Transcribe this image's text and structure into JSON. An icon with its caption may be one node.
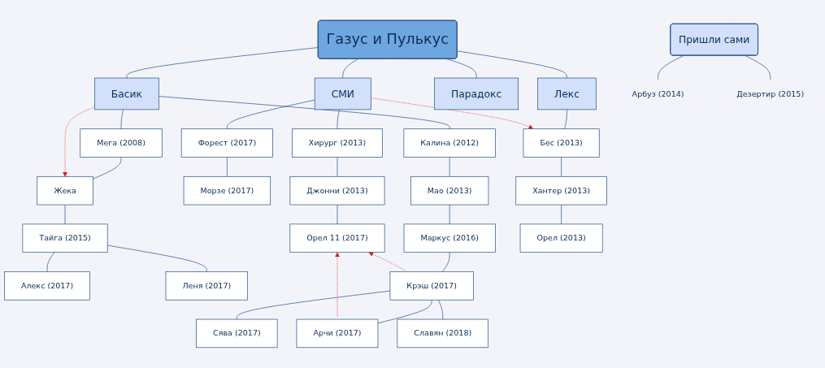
{
  "diagram": {
    "nodes": [
      {
        "text": [
          "Газус и Пулькус"
        ]
      },
      {
        "text": [
          "СМИ"
        ]
      },
      {
        "text": [
          "Басик"
        ]
      },
      {
        "text": [
          "Парадокс"
        ]
      },
      {
        "text": [
          "Лекс"
        ]
      },
      {
        "text": [
          "Хирург (2013)"
        ]
      },
      {
        "text": [
          "Форест (2017)"
        ]
      },
      {
        "text": [
          "Джонни (2013)"
        ]
      },
      {
        "text": [
          "Морзе (2017)"
        ]
      },
      {
        "text": [
          "Орел 11 (2017)"
        ]
      },
      {
        "text": [
          "Мега (2008)"
        ]
      },
      {
        "text": [
          "Калина (2012)"
        ]
      },
      {
        "text": [
          "Жека"
        ]
      },
      {
        "text": [
          "Мао (2013)"
        ]
      },
      {
        "text": [
          "Тайга (2015)"
        ]
      },
      {
        "text": [
          "Маркус (2016)"
        ]
      },
      {
        "text": [
          "Алекс (2017)"
        ]
      },
      {
        "text": [
          "Леня (2017)"
        ]
      },
      {
        "text": [
          "Крэш (2017)"
        ]
      },
      {
        "text": [
          "Арчи (2017)"
        ]
      },
      {
        "text": [
          "Сява (2017)"
        ]
      },
      {
        "text": [
          "Славян (2018)"
        ]
      },
      {
        "text": [
          "Бес (2013)"
        ]
      },
      {
        "text": [
          "Хантер (2013)"
        ]
      },
      {
        "text": [
          "Орел (2013)"
        ]
      },
      {
        "text": [
          "Пришли сами"
        ]
      },
      {
        "text": [
          "Арбуз (2014)"
        ]
      },
      {
        "text": [
          "Дезертир (2015)"
        ]
      }
    ],
    "edges": [
      {
        "from": 0,
        "to": 1,
        "arrow": "none"
      },
      {
        "from": 1,
        "to": 5,
        "arrow": "none"
      },
      {
        "from": 5,
        "to": 7,
        "arrow": "none"
      },
      {
        "from": 7,
        "to": 9,
        "arrow": "none"
      },
      {
        "from": 1,
        "to": 6,
        "arrow": "none"
      },
      {
        "from": 6,
        "to": 8,
        "arrow": "none"
      },
      {
        "from": 0,
        "to": 2,
        "arrow": "none"
      },
      {
        "from": 0,
        "to": 3,
        "arrow": "none"
      },
      {
        "from": 0,
        "to": 4,
        "arrow": "none"
      },
      {
        "from": 2,
        "to": 10,
        "arrow": "none"
      },
      {
        "from": 2,
        "to": 11,
        "arrow": "none"
      },
      {
        "from": 10,
        "to": 12,
        "arrow": "none"
      },
      {
        "from": 12,
        "to": 14,
        "arrow": "none"
      },
      {
        "from": 14,
        "to": 16,
        "arrow": "none"
      },
      {
        "from": 14,
        "to": 17,
        "arrow": "none"
      },
      {
        "from": 11,
        "to": 13,
        "arrow": "none"
      },
      {
        "from": 13,
        "to": 15,
        "arrow": "none"
      },
      {
        "from": 15,
        "to": 18,
        "arrow": "none"
      },
      {
        "from": 18,
        "to": 19,
        "arrow": "none"
      },
      {
        "from": 18,
        "to": 20,
        "arrow": "none"
      },
      {
        "from": 18,
        "to": 21,
        "arrow": "none"
      },
      {
        "from": 4,
        "to": 22,
        "arrow": "none"
      },
      {
        "from": 22,
        "to": 23,
        "arrow": "none"
      },
      {
        "from": 23,
        "to": 24,
        "arrow": "none"
      },
      {
        "from": 25,
        "to": 26,
        "arrow": "none"
      },
      {
        "from": 25,
        "to": 27,
        "arrow": "none"
      },
      {
        "from": 1,
        "to": 22,
        "arrow": "to",
        "style": "dashed",
        "color": "#cc2222"
      },
      {
        "from": 2,
        "to": 12,
        "arrow": "to",
        "style": "dashed",
        "color": "#cc2222"
      },
      {
        "from": 18,
        "to": 9,
        "arrow": "to",
        "style": "dashed",
        "color": "#cc2222"
      },
      {
        "from": 19,
        "to": 9,
        "arrow": "to",
        "style": "dashed",
        "color": "#cc2222"
      }
    ]
  }
}
